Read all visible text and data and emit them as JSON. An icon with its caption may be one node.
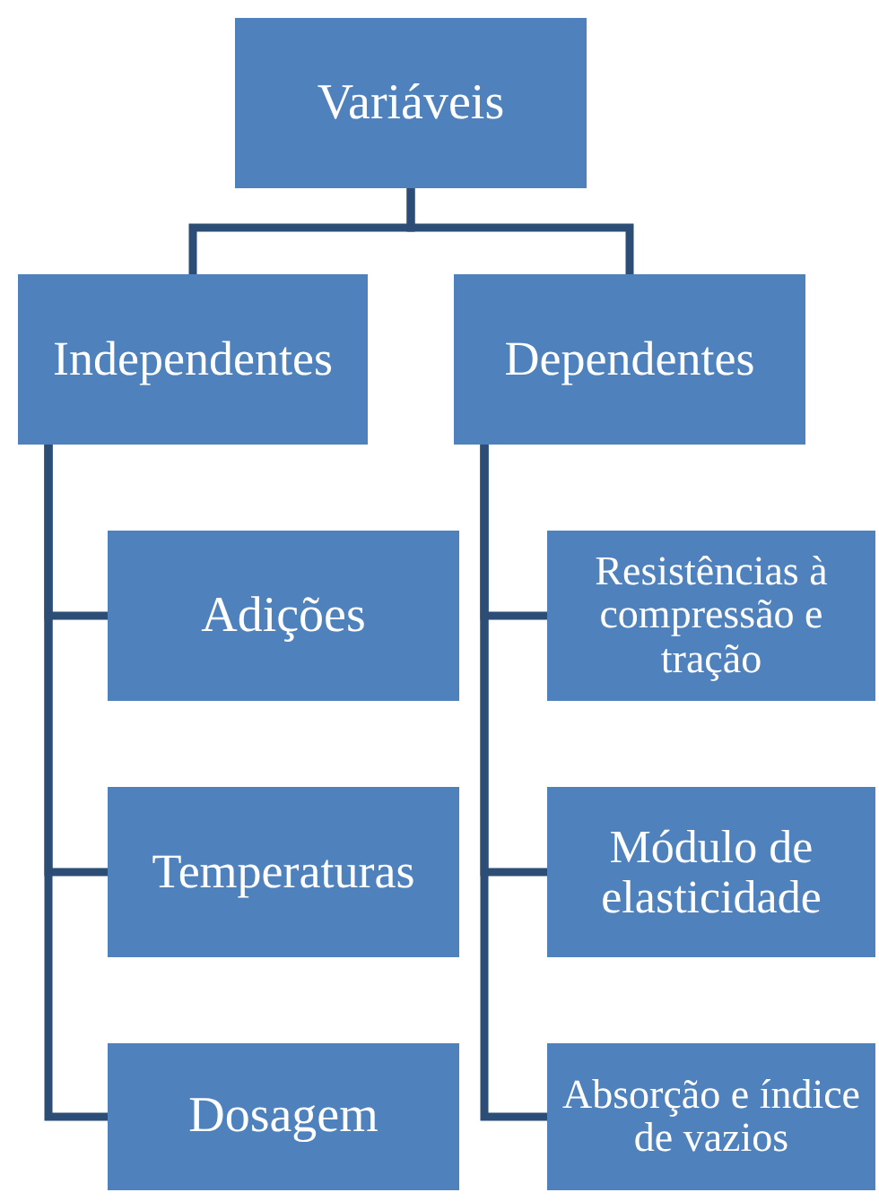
{
  "diagram": {
    "nodes": [
      {
        "text": [
          "Variáveis"
        ]
      },
      {
        "text": [
          "Independentes"
        ]
      },
      {
        "text": [
          "Dependentes"
        ]
      },
      {
        "text": [
          "Adições"
        ]
      },
      {
        "text": [
          "Temperaturas"
        ]
      },
      {
        "text": [
          "Dosagem"
        ]
      },
      {
        "text": [
          "Resistências à compressão e tração"
        ]
      },
      {
        "text": [
          "Módulo de elasticidade"
        ]
      },
      {
        "text": [
          "Absorção e índice de vazios"
        ]
      }
    ],
    "edges": [
      {
        "from": 0,
        "to": 1,
        "arrow": "none"
      },
      {
        "from": 0,
        "to": 2,
        "arrow": "none"
      },
      {
        "from": 1,
        "to": 3,
        "arrow": "none"
      },
      {
        "from": 1,
        "to": 4,
        "arrow": "none"
      },
      {
        "from": 1,
        "to": 5,
        "arrow": "none"
      },
      {
        "from": 2,
        "to": 6,
        "arrow": "none"
      },
      {
        "from": 2,
        "to": 7,
        "arrow": "none"
      },
      {
        "from": 2,
        "to": 8,
        "arrow": "none"
      }
    ]
  }
}
